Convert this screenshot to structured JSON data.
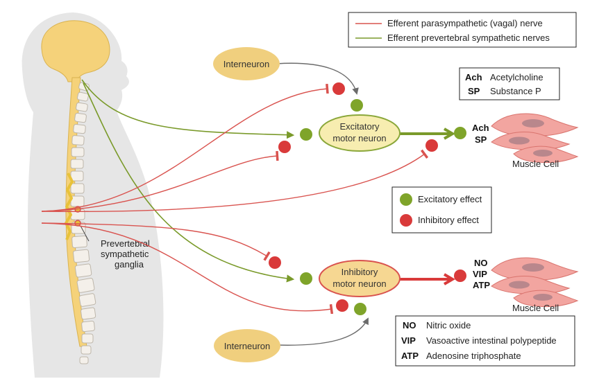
{
  "legend_nerves": {
    "parasympathetic": "Efferent parasympathetic (vagal) nerve",
    "sympathetic": "Efferent prevertebral sympathetic nerves"
  },
  "legend_neurotransmitters_excitatory": [
    {
      "abbr": "Ach",
      "name": "Acetylcholine"
    },
    {
      "abbr": "SP",
      "name": "Substance P"
    }
  ],
  "legend_effects": {
    "excitatory": "Excitatory effect",
    "inhibitory": "Inhibitory effect"
  },
  "legend_neurotransmitters_inhibitory": [
    {
      "abbr": "NO",
      "name": "Nitric oxide"
    },
    {
      "abbr": "VIP",
      "name": "Vasoactive intestinal polypeptide"
    },
    {
      "abbr": "ATP",
      "name": "Adenosine triphosphate"
    }
  ],
  "interneuron_top": "Interneuron",
  "interneuron_bottom": "Interneuron",
  "excitatory_neuron": [
    "Excitatory",
    "motor neuron"
  ],
  "inhibitory_neuron": [
    "Inhibitory",
    "motor neuron"
  ],
  "excitatory_transmitters": [
    "Ach",
    "SP"
  ],
  "inhibitory_transmitters": [
    "NO",
    "VIP",
    "ATP"
  ],
  "muscle_top": "Muscle Cell",
  "muscle_bottom": "Muscle Cell",
  "ganglia_label": [
    "Prevertebral",
    "sympathetic",
    "ganglia"
  ],
  "colors": {
    "parasympathetic": "#d9534f",
    "sympathetic": "#7a9a2a",
    "excitatory": "#7fa42a",
    "inhibitory": "#d93a3a",
    "neuron_fill": "#f7e3a0",
    "interneuron_fill": "#f0cf7e",
    "body": "#e4e4e4",
    "muscle": "#f2a5a0"
  }
}
